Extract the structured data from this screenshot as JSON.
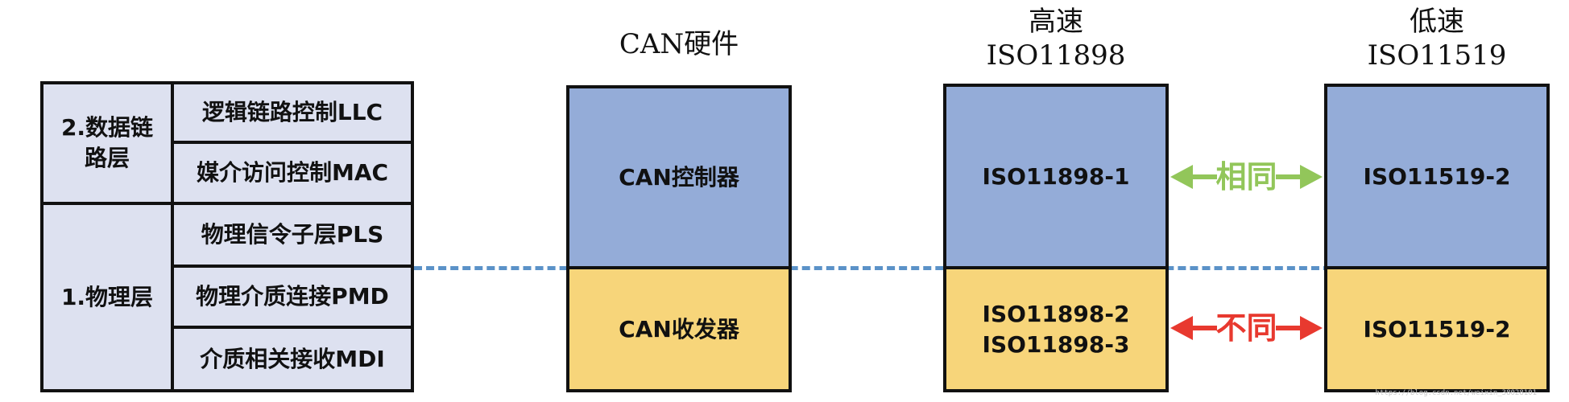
{
  "osi_table": {
    "data_link_layer": "2.数据链路层",
    "data_link_sublayers": [
      "逻辑链路控制LLC",
      "媒介访问控制MAC"
    ],
    "physical_layer": "1.物理层",
    "physical_sublayers": [
      "物理信令子层PLS",
      "物理介质连接PMD",
      "介质相关接收MDI"
    ]
  },
  "can_hardware": {
    "heading": "CAN硬件",
    "controller": "CAN控制器",
    "transceiver": "CAN收发器"
  },
  "high_speed": {
    "heading_line1": "高速",
    "heading_line2": "ISO11898",
    "upper": "ISO11898-1",
    "lower_line1": "ISO11898-2",
    "lower_line2": "ISO11898-3"
  },
  "low_speed": {
    "heading_line1": "低速",
    "heading_line2": "ISO11519",
    "upper": "ISO11519-2",
    "lower": "ISO11519-2"
  },
  "comparison": {
    "same_label": "相同",
    "same_color": "#92c65a",
    "different_label": "不同",
    "different_color": "#e8392f"
  },
  "colors": {
    "controller_fill": "#94acd8",
    "transceiver_fill": "#f7d57a",
    "table_fill": "#dde1f0",
    "divider_dash": "#5b92c8"
  },
  "watermark": "https://blog.csdn.net/weixin_38028101"
}
